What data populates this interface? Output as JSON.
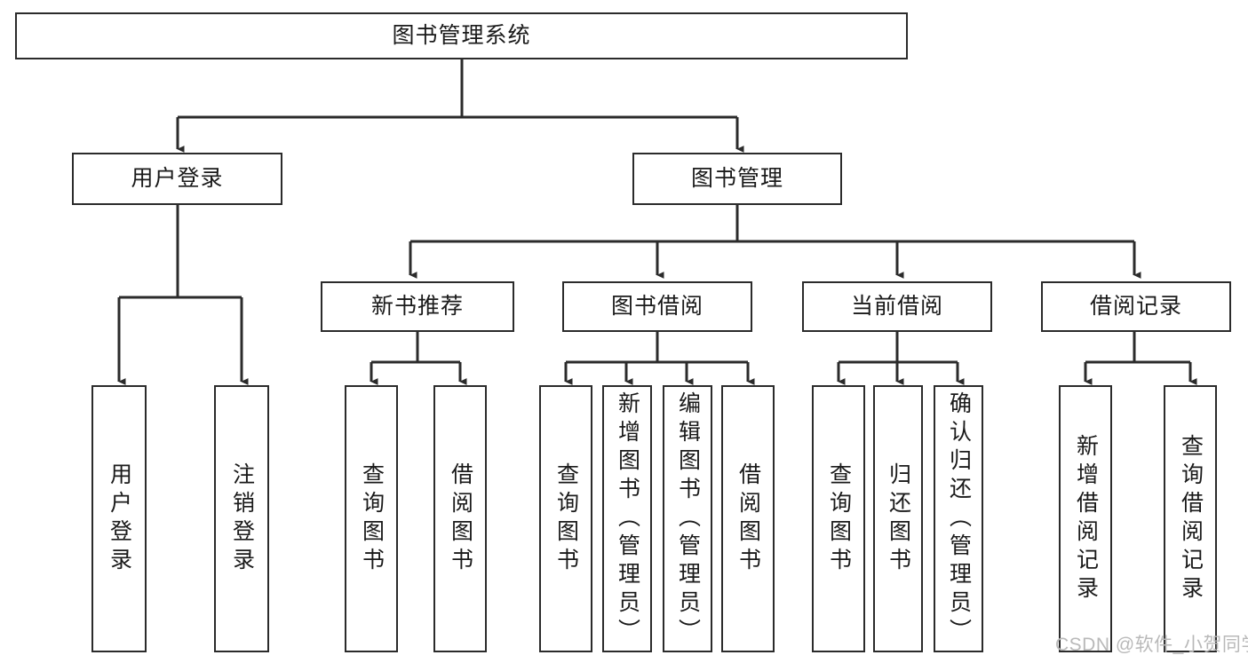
{
  "diagram": {
    "type": "hierarchy-tree",
    "title": "图书管理系统",
    "orientation": "top-down",
    "levels": 4,
    "root": {
      "label": "图书管理系统",
      "children": [
        "用户登录",
        "图书管理"
      ]
    },
    "nodes": {
      "root": {
        "label": "图书管理系统"
      },
      "user_login": {
        "label": "用户登录"
      },
      "book_manage": {
        "label": "图书管理"
      },
      "new_book_rec": {
        "label": "新书推荐"
      },
      "book_borrow": {
        "label": "图书借阅"
      },
      "current_borrow": {
        "label": "当前借阅"
      },
      "borrow_record": {
        "label": "借阅记录"
      },
      "leaf_user_login": {
        "label": "用户登录"
      },
      "leaf_logout": {
        "label": "注销登录"
      },
      "leaf_query_book_1": {
        "label": "查询图书"
      },
      "leaf_borrow_book_1": {
        "label": "借阅图书"
      },
      "leaf_query_book_2": {
        "label": "查询图书"
      },
      "leaf_add_book": {
        "label": "新增图书（管理员）"
      },
      "leaf_edit_book": {
        "label": "编辑图书（管理员）"
      },
      "leaf_borrow_book_2": {
        "label": "借阅图书"
      },
      "leaf_query_book_3": {
        "label": "查询图书"
      },
      "leaf_return_book": {
        "label": "归还图书"
      },
      "leaf_confirm_return": {
        "label": "确认归还（管理员）"
      },
      "leaf_add_record": {
        "label": "新增借阅记录"
      },
      "leaf_query_record": {
        "label": "查询借阅记录"
      }
    },
    "edges": [
      {
        "from": "root",
        "to": "user_login"
      },
      {
        "from": "root",
        "to": "book_manage"
      },
      {
        "from": "book_manage",
        "to": "new_book_rec"
      },
      {
        "from": "book_manage",
        "to": "book_borrow"
      },
      {
        "from": "book_manage",
        "to": "current_borrow"
      },
      {
        "from": "book_manage",
        "to": "borrow_record"
      },
      {
        "from": "user_login",
        "to": "leaf_user_login"
      },
      {
        "from": "user_login",
        "to": "leaf_logout"
      },
      {
        "from": "new_book_rec",
        "to": "leaf_query_book_1"
      },
      {
        "from": "new_book_rec",
        "to": "leaf_borrow_book_1"
      },
      {
        "from": "book_borrow",
        "to": "leaf_query_book_2"
      },
      {
        "from": "book_borrow",
        "to": "leaf_add_book"
      },
      {
        "from": "book_borrow",
        "to": "leaf_edit_book"
      },
      {
        "from": "book_borrow",
        "to": "leaf_borrow_book_2"
      },
      {
        "from": "current_borrow",
        "to": "leaf_query_book_3"
      },
      {
        "from": "current_borrow",
        "to": "leaf_return_book"
      },
      {
        "from": "current_borrow",
        "to": "leaf_confirm_return"
      },
      {
        "from": "borrow_record",
        "to": "leaf_add_record"
      },
      {
        "from": "borrow_record",
        "to": "leaf_query_record"
      }
    ],
    "colors": {
      "stroke": "#2b2b2b",
      "fill": "#ffffff",
      "text": "#1a1a1a",
      "watermark": "#b9b9b9"
    }
  },
  "watermark": {
    "text": "CSDN @软件_小贺同学"
  }
}
